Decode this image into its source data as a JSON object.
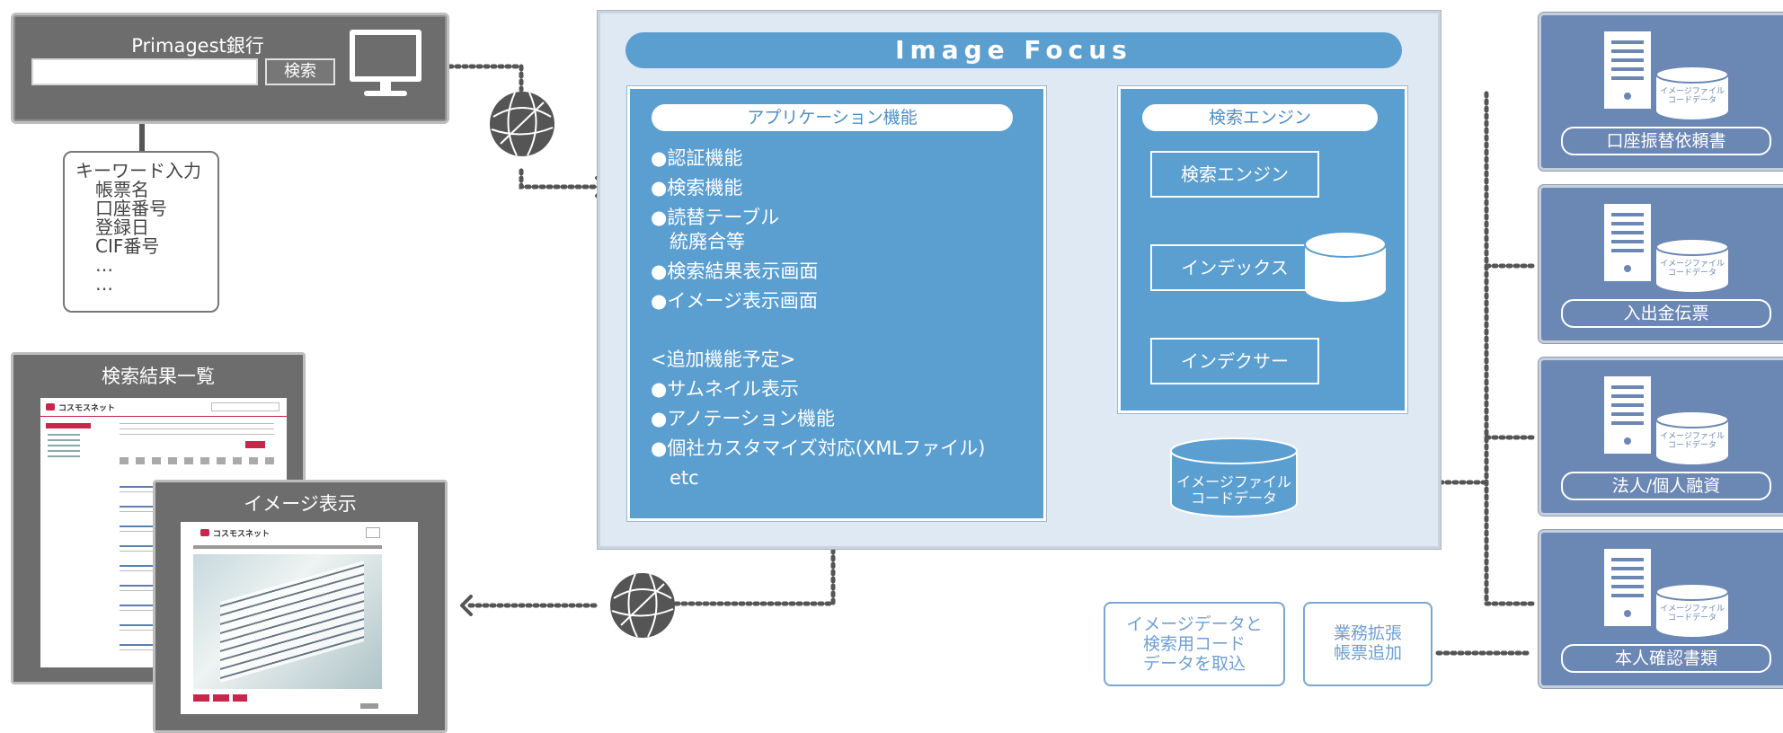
{
  "client": {
    "title": "Primagest銀行",
    "search_button": "検索",
    "keywords": [
      "キーワード入力",
      "帳票名",
      "口座番号",
      "登録日",
      "CIF番号",
      "…",
      "…"
    ]
  },
  "results_panel": {
    "title": "検索結果一覧",
    "logo": "コスモスネット"
  },
  "image_panel": {
    "title": "イメージ表示",
    "logo": "コスモスネット"
  },
  "system": {
    "title": "Image Focus",
    "app": {
      "header": "アプリケーション機能",
      "items": [
        "●認証機能",
        "●検索機能",
        "●読替テーブル",
        "　統廃合等",
        "●検索結果表示画面",
        "●イメージ表示画面",
        "",
        "<追加機能予定>",
        "●サムネイル表示",
        "●アノテーション機能",
        "●個社カスタマイズ対応(XMLファイル)",
        "　etc"
      ]
    },
    "engine": {
      "header": "検索エンジン",
      "box_engine": "検索エンジン",
      "box_index": "インデックス",
      "box_indexer": "インデクサー"
    },
    "datastore": {
      "line1": "イメージファイル",
      "line2": "コードデータ"
    }
  },
  "notes": {
    "import": [
      "イメージデータと",
      "検索用コード",
      "データを取込"
    ],
    "extend": [
      "業務拡張",
      "帳票追加"
    ]
  },
  "documents": [
    {
      "label": "口座振替依頼書",
      "cyl_line1": "イメージファイル",
      "cyl_line2": "コードデータ"
    },
    {
      "label": "入出金伝票",
      "cyl_line1": "イメージファイル",
      "cyl_line2": "コードデータ"
    },
    {
      "label": "法人/個人融資",
      "cyl_line1": "イメージファイル",
      "cyl_line2": "コードデータ"
    },
    {
      "label": "本人確認書類",
      "cyl_line1": "イメージファイル",
      "cyl_line2": "コードデータ"
    }
  ],
  "colors": {
    "panel_blue": "#5b9ed0",
    "frame_bg": "#dfe9f3",
    "doc_blue": "#6b87b4",
    "client_gray": "#6d6d6d",
    "connector": "#555555"
  }
}
